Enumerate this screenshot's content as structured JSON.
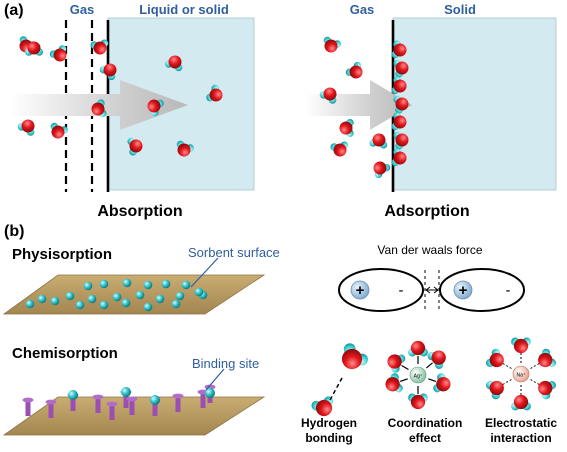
{
  "panel_a": {
    "label": "(a)",
    "left": {
      "gas_label": "Gas",
      "phase_label": "Liquid or solid",
      "caption": "Absorption",
      "blue_color": "#2f5f9f",
      "liquid_color": "#d3eaf0"
    },
    "right": {
      "gas_label": "Gas",
      "phase_label": "Solid",
      "caption": "Adsorption",
      "solid_color": "#d3eaf0"
    }
  },
  "panel_b": {
    "label": "(b)",
    "physisorption": {
      "title": "Physisorption",
      "callout": "Sorbent surface",
      "surface_color": "#b89a5e",
      "sphere_color": "#2cc2c8"
    },
    "chemisorption": {
      "title": "Chemisorption",
      "callout": "Binding site",
      "stem_color": "#9a4fb3"
    },
    "vdw": {
      "title": "Van der waals force",
      "plus": "+",
      "minus": "-"
    },
    "interactions": [
      {
        "label_line1": "Hydrogen",
        "label_line2": "bonding"
      },
      {
        "label_line1": "Coordination",
        "label_line2": "effect",
        "center_label": "Ag⁺"
      },
      {
        "label_line1": "Electrostatic",
        "label_line2": "interaction",
        "center_label": "Na⁺"
      }
    ]
  },
  "colors": {
    "oxygen": "#e0161c",
    "hydrogen": "#3fd2d6",
    "arrow_grey": "#c8c8c8",
    "callout_blue": "#2f5f9f"
  }
}
